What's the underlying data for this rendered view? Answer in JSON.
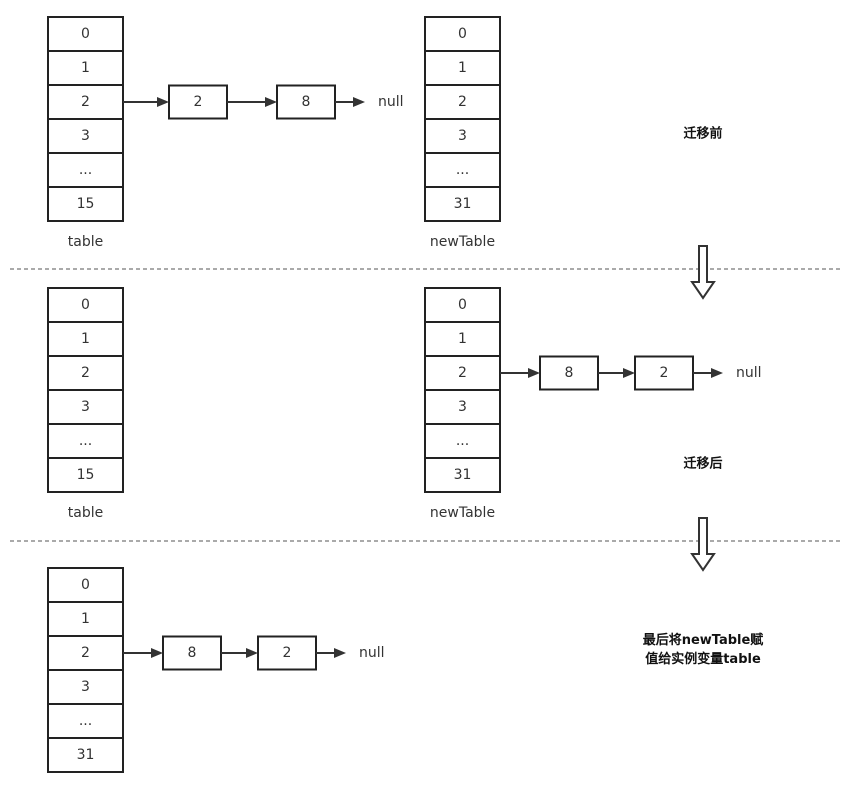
{
  "stages": [
    {
      "note": [
        "迁移前"
      ],
      "tables": [
        {
          "label": "table",
          "cells": [
            "0",
            "1",
            "2",
            "3",
            "...",
            "15"
          ]
        },
        {
          "label": "newTable",
          "cells": [
            "0",
            "1",
            "2",
            "3",
            "...",
            "31"
          ]
        }
      ],
      "chain": {
        "table_index": 0,
        "row_index": 2,
        "nodes": [
          "2",
          "8"
        ],
        "end": "null"
      }
    },
    {
      "note": [
        "迁移后"
      ],
      "tables": [
        {
          "label": "table",
          "cells": [
            "0",
            "1",
            "2",
            "3",
            "...",
            "15"
          ]
        },
        {
          "label": "newTable",
          "cells": [
            "0",
            "1",
            "2",
            "3",
            "...",
            "31"
          ]
        }
      ],
      "chain": {
        "table_index": 1,
        "row_index": 2,
        "nodes": [
          "8",
          "2"
        ],
        "end": "null"
      }
    },
    {
      "note": [
        "最后将newTable赋",
        "值给实例变量table"
      ],
      "tables": [
        {
          "label": "",
          "cells": [
            "0",
            "1",
            "2",
            "3",
            "...",
            "31"
          ]
        }
      ],
      "chain": {
        "table_index": 0,
        "row_index": 2,
        "nodes": [
          "8",
          "2"
        ],
        "end": "null"
      }
    }
  ],
  "colors": {
    "stroke": "#222222",
    "text": "#333333",
    "divider": "#555555"
  }
}
